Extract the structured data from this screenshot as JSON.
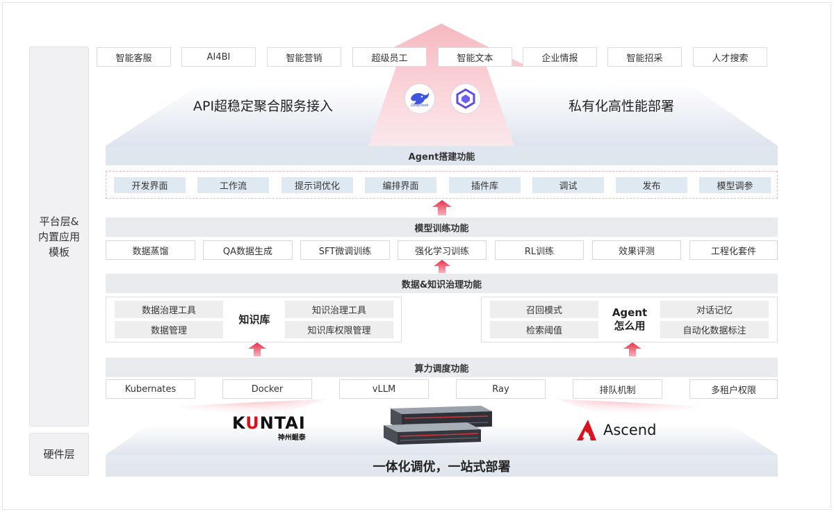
{
  "side": {
    "platform": "平台层&\n内置应用\n模板",
    "hardware": "硬件层"
  },
  "apps": [
    "智能客服",
    "AI4BI",
    "智能营销",
    "超级员工",
    "智能文本",
    "企业情报",
    "智能招采",
    "人才搜索"
  ],
  "taglines": {
    "left": "API超稳定聚合服务接入",
    "right": "私有化高性能部署"
  },
  "logos": {
    "deepseek": "DeepSeek",
    "deepseek_icon": "whale-icon",
    "qwen_icon": "qwen-icon"
  },
  "agent": {
    "title": "Agent搭建功能",
    "items": [
      "开发界面",
      "工作流",
      "提示词优化",
      "编排界面",
      "插件库",
      "调试",
      "发布",
      "模型调参"
    ]
  },
  "model": {
    "title": "模型训练功能",
    "items": [
      "数据蒸馏",
      "QA数据生成",
      "SFT微调训练",
      "强化学习训练",
      "RL训练",
      "效果评测",
      "工程化套件"
    ]
  },
  "data": {
    "title": "数据&知识治理功能",
    "kb": {
      "title": "知识库",
      "left": [
        "数据治理工具",
        "数据管理"
      ],
      "right": [
        "知识治理工具",
        "知识库权限管理"
      ]
    },
    "agent_use": {
      "title": "Agent\n怎么用",
      "left": [
        "召回模式",
        "检索阈值"
      ],
      "right": [
        "对话记忆",
        "自动化数据标注"
      ]
    }
  },
  "compute": {
    "title": "算力调度功能",
    "items": [
      "Kubernates",
      "Docker",
      "vLLM",
      "Ray",
      "排队机制",
      "多租户权限"
    ]
  },
  "hardware": {
    "kuntai_a": "K",
    "kuntai_b": "U",
    "kuntai_c": "N",
    "kuntai_d": "TAI",
    "kuntai_cn": "神州鲲泰",
    "ascend": "Ascend",
    "server_icon": "server-rack-icon"
  },
  "base": "一体化调优，一站式部署",
  "colors": {
    "accent_red": "#e8304a",
    "band_gray": "#e9ebef",
    "agent_blue": "#dfe9f1"
  }
}
